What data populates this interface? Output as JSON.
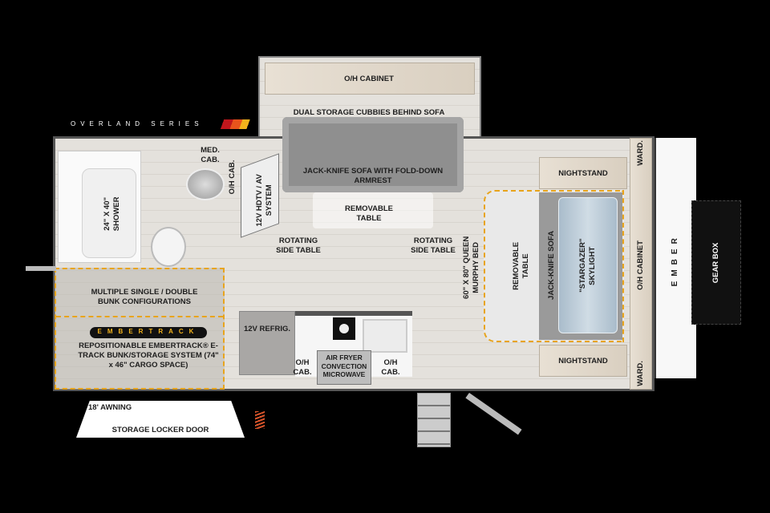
{
  "brand": {
    "series": "OVERLAND SERIES",
    "logo": "EMBER",
    "track_logo": "EMBERTRACK",
    "accent_colors": [
      "#c0161c",
      "#e8541c",
      "#f2b21c"
    ]
  },
  "labels": {
    "oh_cabinet_top": "O/H CABINET",
    "dual_storage": "DUAL STORAGE CUBBIES BEHIND SOFA",
    "sofa_front": "JACK-KNIFE SOFA WITH FOLD-DOWN ARMREST",
    "removable_table_front": "REMOVABLE TABLE",
    "med_cab": "MED. CAB.",
    "shower": "24\" X 40\" SHOWER",
    "oh_cab_bath": "O/H CAB.",
    "hdtv": "12V HDTV / AV SYSTEM",
    "rotating_left": "ROTATING SIDE TABLE",
    "rotating_right": "ROTATING SIDE TABLE",
    "murphy_bed": "60\" X 80\" QUEEN MURPHY BED",
    "removable_table_rear": "REMOVABLE TABLE",
    "jackknife_rear": "JACK-KNIFE SOFA",
    "skylight": "\"STARGAZER\" SKYLIGHT",
    "nightstand_top": "NIGHTSTAND",
    "nightstand_bottom": "NIGHTSTAND",
    "ward_top": "WARD.",
    "ward_bottom": "WARD.",
    "oh_cabinet_rear": "O/H CABINET",
    "gear_box": "GEAR BOX",
    "bunk": "MULTIPLE SINGLE / DOUBLE BUNK CONFIGURATIONS",
    "embertrack_desc": "REPOSITIONABLE EMBERTRACK® E-TRACK BUNK/STORAGE SYSTEM (74\" x 46\" CARGO SPACE)",
    "refrig": "12V REFRIG.",
    "oh_cab_kitchen_left": "O/H CAB.",
    "microwave": "AIR FRYER CONVECTION MICROWAVE",
    "oh_cab_kitchen_right": "O/H CAB.",
    "awning": "18' AWNING",
    "locker": "STORAGE LOCKER DOOR"
  }
}
